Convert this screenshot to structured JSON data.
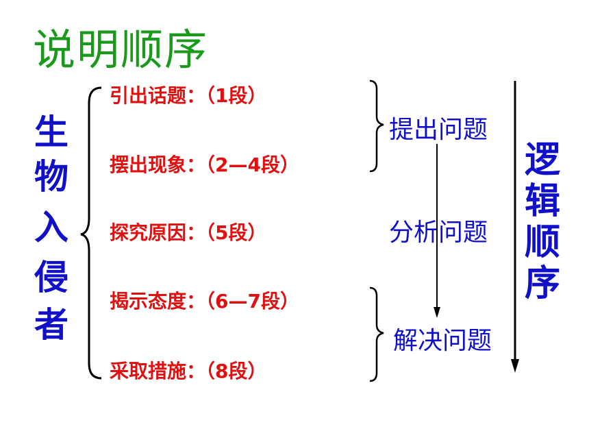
{
  "title": "说明顺序",
  "topic": [
    "生",
    "物",
    "入",
    "侵",
    "者"
  ],
  "items": [
    {
      "label": "引出话题：",
      "para": "（1段）"
    },
    {
      "label": "摆出现象：",
      "para": "（2—4段）"
    },
    {
      "label": "探究原因：",
      "para": "（5段）"
    },
    {
      "label": "揭示态度：",
      "para": "（6—7段）"
    },
    {
      "label": "采取措施：",
      "para": "（8段）"
    }
  ],
  "stages": [
    "提出问题",
    "分析问题",
    "解决问题"
  ],
  "order": [
    "逻",
    "辑",
    "顺",
    "序"
  ],
  "colors": {
    "title": "#1a9a1a",
    "items": "#e01010",
    "blue": "#1010c8",
    "lines": "#000000"
  }
}
